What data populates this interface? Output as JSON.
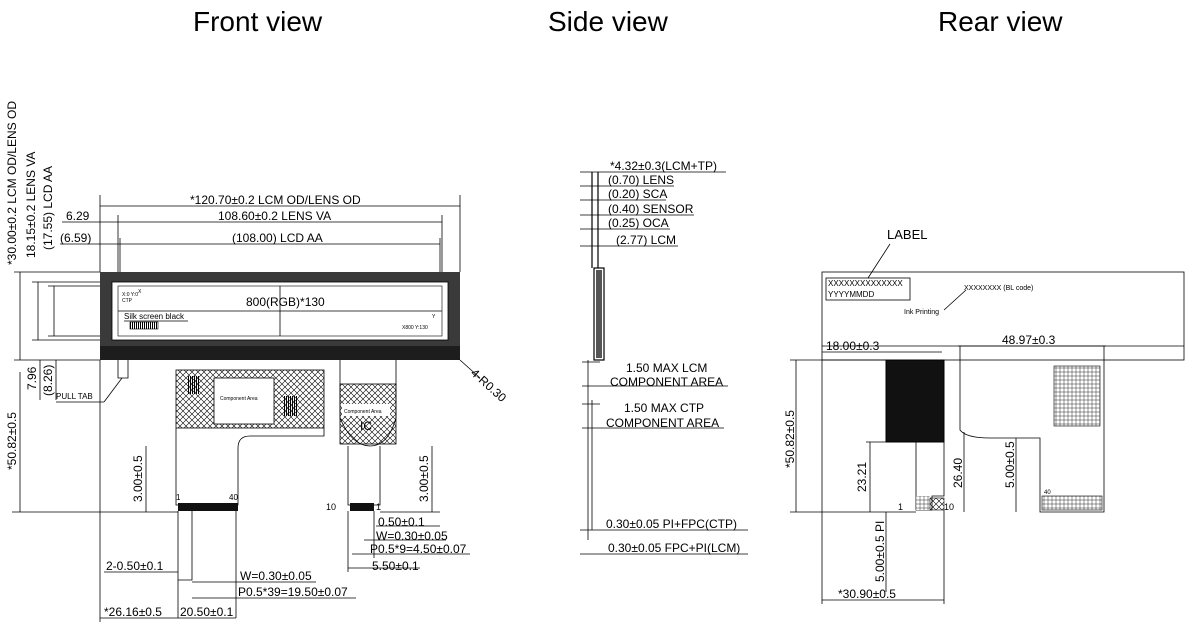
{
  "titles": {
    "front": "Front view",
    "side": "Side  view",
    "rear": "Rear view"
  },
  "front": {
    "dim_lcm_od": "*120.70±0.2 LCM OD/LENS OD",
    "dim_lens_va": "108.60±0.2 LENS VA",
    "dim_lcd_aa": "(108.00) LCD AA",
    "left_629": "6.29",
    "left_659": "(6.59)",
    "vert_lcm_od": "*30.00±0.2 LCM OD/LENS OD",
    "vert_lens_va": "18.15±0.2 LENS VA",
    "vert_lcd_aa": "(17.55) LCD AA",
    "resolution": "800(RGB)*130",
    "silk": "Silk screen black",
    "corner_radius": "4-R0.30",
    "pull_tab": "PULL TAB",
    "d796": "7.96",
    "d826": "(8.26)",
    "d5082": "*50.82±0.5",
    "d300a": "3.00±0.5",
    "d300b": "3.00±0.5",
    "pin1": "1",
    "pin40": "40",
    "pin10": "10",
    "pin1b": "1",
    "d050": "0.50±0.1",
    "w030b": "W=0.30±0.05",
    "p05_9": "P0.5*9=4.50±0.07",
    "d550": "5.50±0.1",
    "d2050": "2-0.50±0.1",
    "w030": "W=0.30±0.05",
    "p05_39": "P0.5*39=19.50±0.07",
    "d2616": "*26.16±0.5",
    "d2050b": "20.50±0.1",
    "comp_area": "Component Area",
    "ic": "IC",
    "ctp_origin": "X:0 Y:0",
    "ctp_label": "CTP",
    "ctp_end": "X800 Y:130",
    "axis_x": "X",
    "axis_y": "Y"
  },
  "side": {
    "total": "*4.32±0.3(LCM+TP)",
    "layers": [
      "(0.70) LENS",
      "(0.20) SCA",
      "(0.40) SENSOR",
      "(0.25) OCA",
      "(2.77) LCM"
    ],
    "lcm_comp_1": "1.50 MAX LCM",
    "lcm_comp_2": "COMPONENT AREA",
    "ctp_comp_1": "1.50 MAX CTP",
    "ctp_comp_2": "COMPONENT AREA",
    "fpc_ctp": "0.30±0.05 PI+FPC(CTP)",
    "fpc_lcm": "0.30±0.05 FPC+PI(LCM)"
  },
  "rear": {
    "label": "LABEL",
    "label_line1": "XXXXXXXXXXXXXX",
    "label_line2": "YYYYMMDD",
    "bl_code": "XXXXXXXX (BL code)",
    "ink": "Ink Printing",
    "d1800": "18.00±0.3",
    "d4897": "48.97±0.3",
    "d5082": "*50.82±0.5",
    "d2321": "23.21",
    "d2640": "26.40",
    "d500a": "5.00±0.5",
    "d500b": "5.00±0.5 PI",
    "d3090": "*30.90±0.5",
    "pin1": "1",
    "pin10": "10",
    "pin40": "40"
  }
}
